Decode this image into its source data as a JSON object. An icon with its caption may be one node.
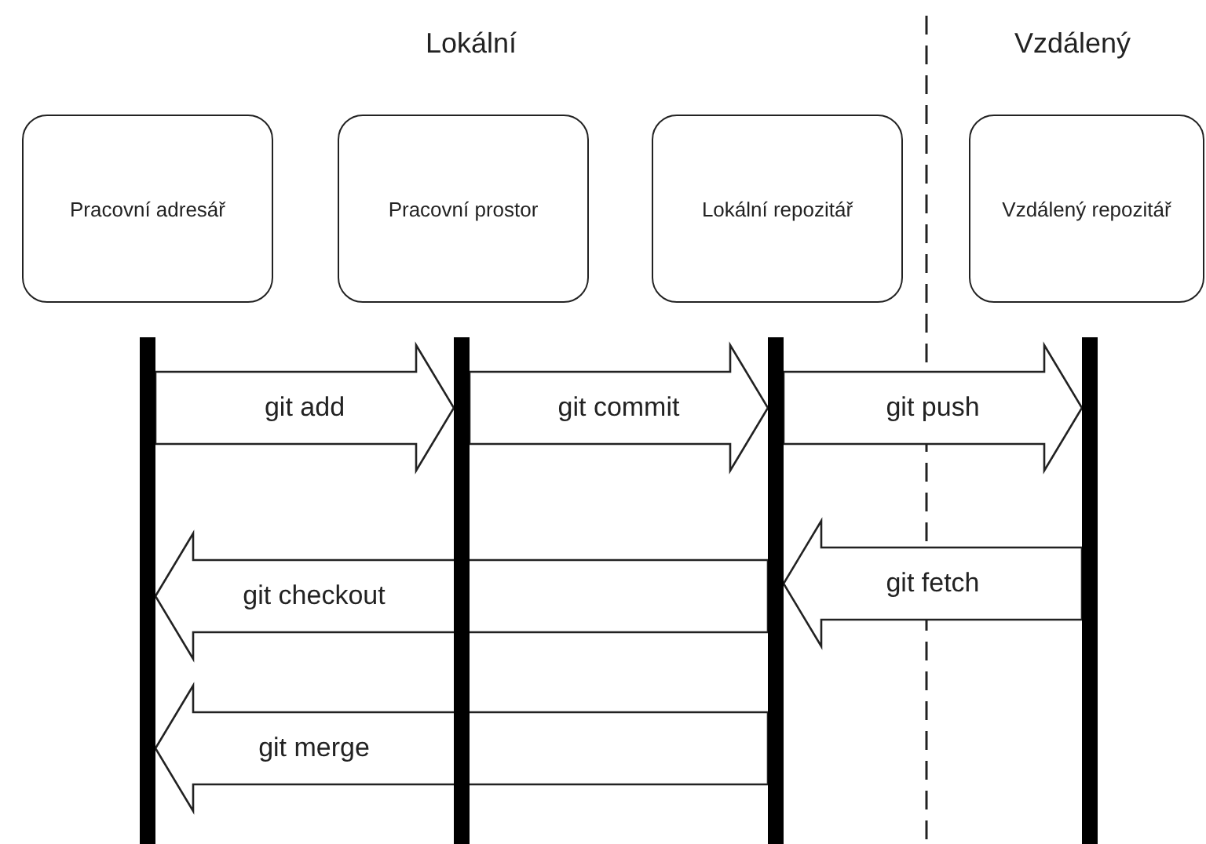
{
  "diagram": {
    "nodes": [
      {
        "text": [
          "Pracovní adresář"
        ]
      },
      {
        "text": [
          "Pracovní prostor"
        ]
      },
      {
        "text": [
          "Lokální repozitář"
        ]
      },
      {
        "text": [
          "Vzdálený repozitář"
        ]
      },
      {
        "text": [],
        "shape": "bar"
      },
      {
        "text": [],
        "shape": "bar"
      },
      {
        "text": [],
        "shape": "bar"
      },
      {
        "text": [],
        "shape": "bar"
      }
    ],
    "edges": [
      {
        "from": 4,
        "to": 5,
        "arrow": "to",
        "label": "git add"
      },
      {
        "from": 5,
        "to": 6,
        "arrow": "to",
        "label": "git commit"
      },
      {
        "from": 6,
        "to": 7,
        "arrow": "to",
        "label": "git push"
      },
      {
        "from": 7,
        "to": 6,
        "arrow": "to",
        "label": "git fetch"
      },
      {
        "from": 6,
        "to": 4,
        "arrow": "to",
        "label": "git checkout"
      },
      {
        "from": 6,
        "to": 4,
        "arrow": "to",
        "label": "git merge"
      }
    ],
    "labels": [
      "Lokální",
      "Vzdálený"
    ]
  }
}
